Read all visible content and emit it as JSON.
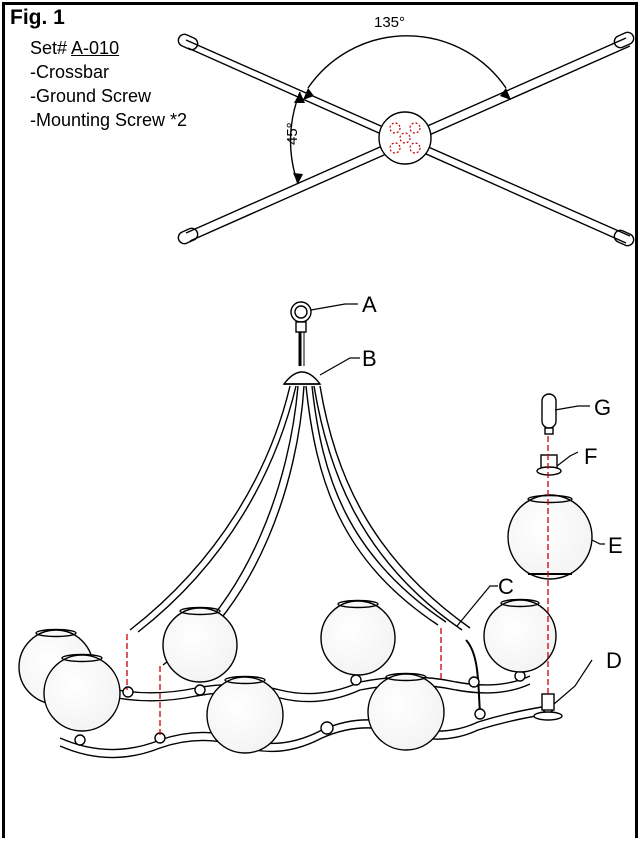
{
  "figure": {
    "title": "Fig. 1",
    "set_prefix": "Set#",
    "set_code": "A-010",
    "parts": [
      "-Crossbar",
      "-Ground Screw",
      "-Mounting Screw *2"
    ]
  },
  "crossbar": {
    "angle_top": "135°",
    "angle_left": "45°"
  },
  "callouts": {
    "a": "A",
    "b": "B",
    "c": "C",
    "d": "D",
    "e": "E",
    "f": "F",
    "g": "G"
  },
  "colors": {
    "line": "#000000",
    "guide": "#cc0000",
    "background": "#ffffff"
  }
}
